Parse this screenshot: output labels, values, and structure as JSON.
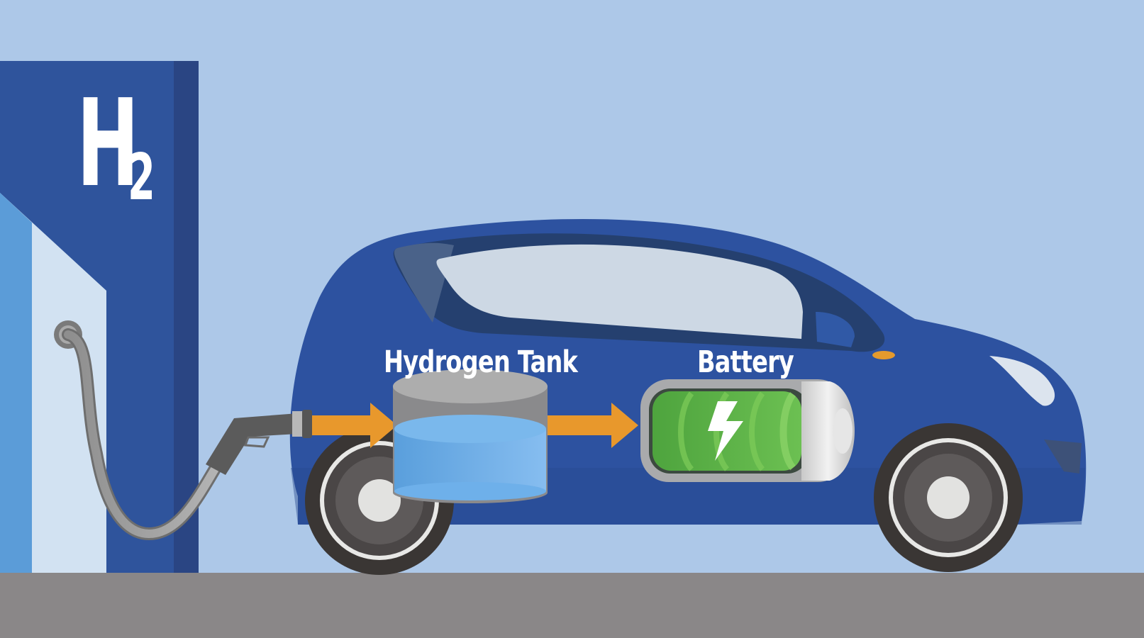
{
  "station": {
    "sign": {
      "symbol": "H",
      "subscript": "2"
    }
  },
  "car": {
    "components": [
      {
        "id": "hydrogen-tank",
        "label": "Hydrogen Tank"
      },
      {
        "id": "battery",
        "label": "Battery"
      }
    ]
  },
  "flow": [
    "fuel-nozzle",
    "hydrogen-tank",
    "battery"
  ],
  "icons": {
    "battery": "lightning-bolt-icon",
    "flow": "arrow-right-icon"
  },
  "colors": {
    "sky": "#adc8e8",
    "ground": "#8a8788",
    "station_blue": "#2f549c",
    "station_dark_edge": "#2a4583",
    "car_body": "#2d52a0",
    "window": "#cdd8e4",
    "arrow": "#e8982c",
    "tank_liquid": "#6aaee6",
    "tank_shell": "#8a8a8c",
    "battery_green": "#5cb04a",
    "tire": "#3a3634",
    "hubcap": "#e2e2e0"
  }
}
